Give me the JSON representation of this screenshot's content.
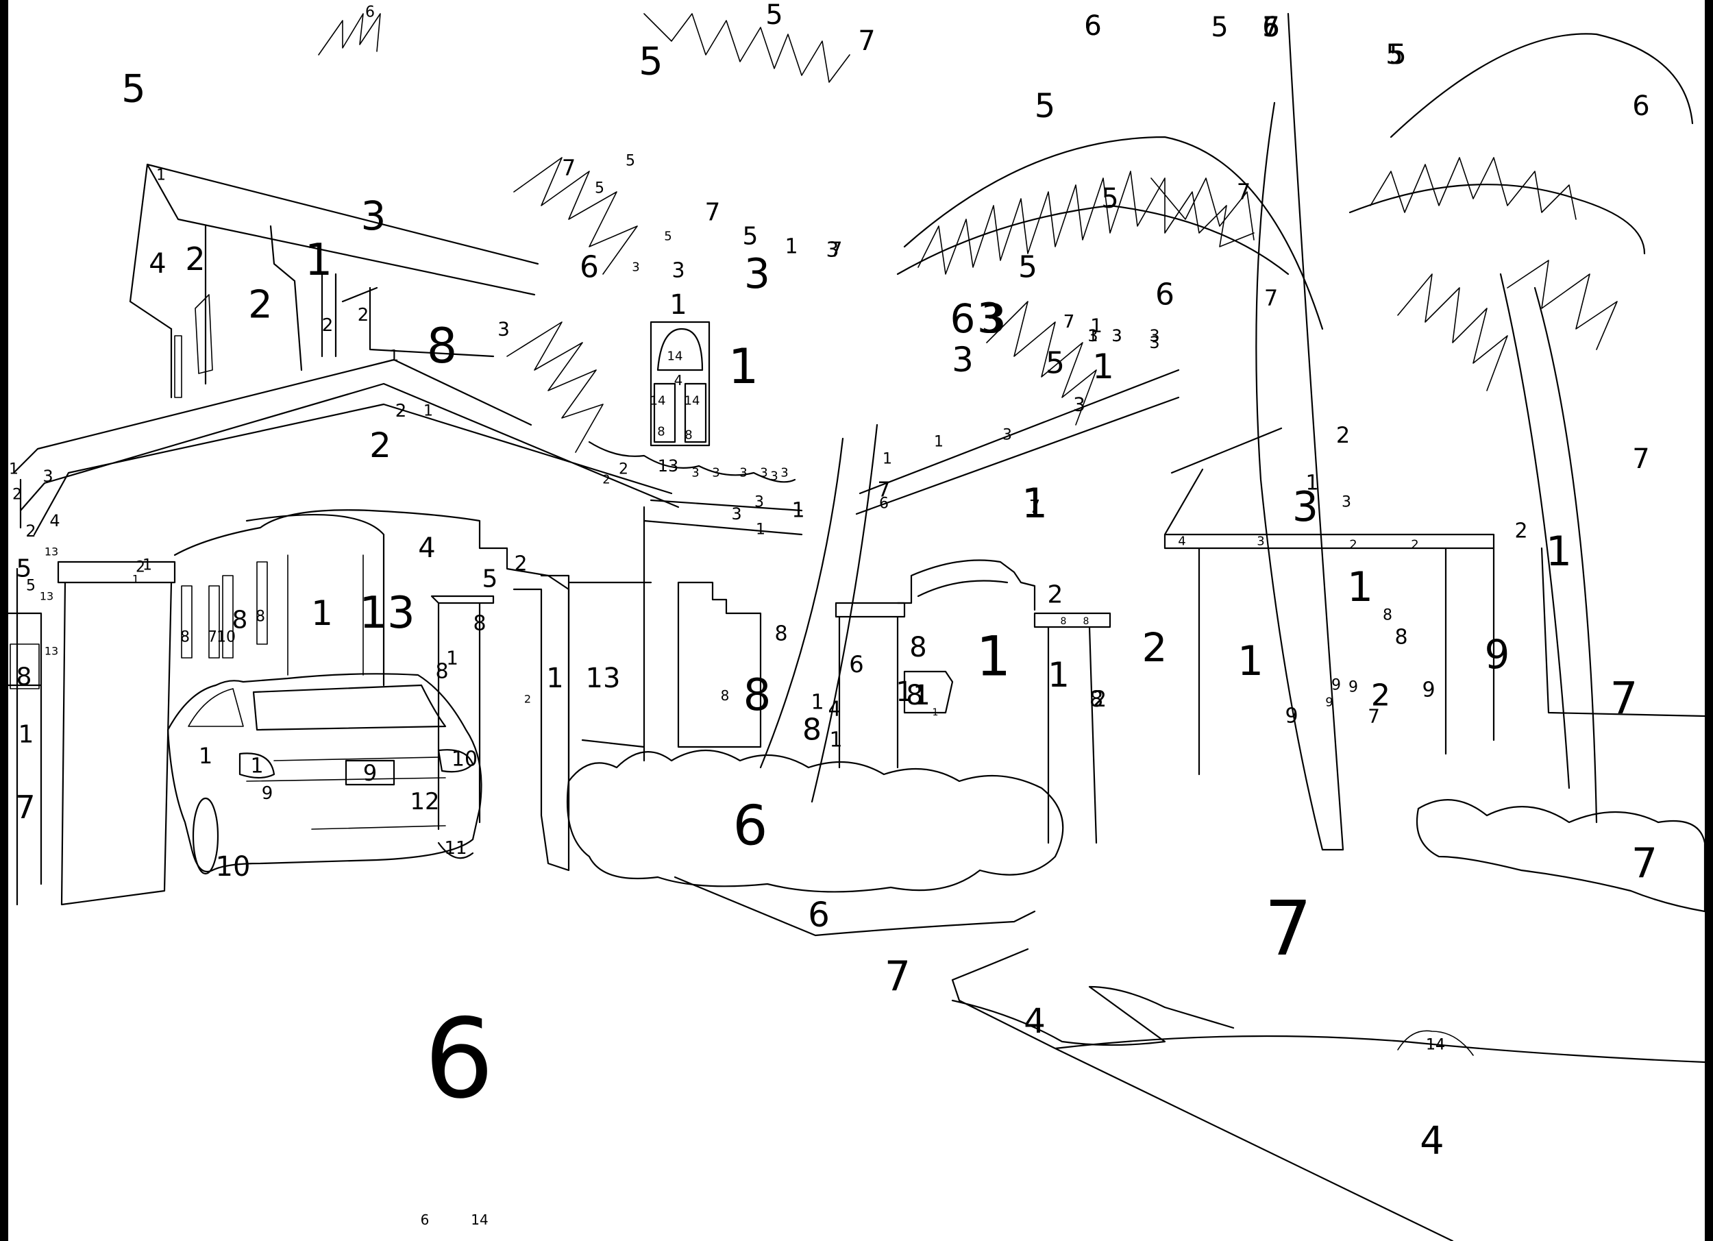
{
  "colors": {
    "ink": "#000000",
    "paper": "#ffffff"
  },
  "numbers": [
    "6",
    "5",
    "5",
    "7",
    "6",
    "5",
    "6",
    "5",
    "5",
    "5",
    "5",
    "6",
    "5",
    "6",
    "7",
    "7",
    "5",
    "5",
    "7",
    "5",
    "7",
    "5",
    "6",
    "3",
    "3",
    "3",
    "1",
    "1",
    "14",
    "4",
    "14",
    "14",
    "8",
    "8",
    "5",
    "3",
    "5",
    "7",
    "6",
    "7",
    "3",
    "7",
    "3",
    "3",
    "3",
    "3",
    "1",
    "1",
    "1",
    "3",
    "2",
    "1",
    "4",
    "2",
    "2",
    "2",
    "8",
    "3",
    "1",
    "2",
    "1",
    "2",
    "1",
    "3",
    "2",
    "4",
    "2",
    "5",
    "5",
    "1",
    "13",
    "13",
    "13",
    "8",
    "1",
    "7",
    "13",
    "3",
    "3",
    "3",
    "3",
    "3",
    "3",
    "3",
    "2",
    "2",
    "1",
    "1",
    "1",
    "1",
    "1",
    "3",
    "3",
    "3",
    "3",
    "3",
    "1",
    "7",
    "6",
    "7",
    "5",
    "6",
    "7",
    "1",
    "3",
    "3",
    "3",
    "4",
    "3",
    "2",
    "2",
    "2",
    "2",
    "1",
    "7",
    "4",
    "5",
    "2",
    "2",
    "1",
    "1",
    "13",
    "8",
    "8",
    "8",
    "8",
    "1",
    "8",
    "7",
    "10",
    "8",
    "8",
    "8",
    "1",
    "2",
    "1",
    "13",
    "1",
    "1",
    "1",
    "10",
    "9",
    "9",
    "12",
    "11",
    "10",
    "8",
    "8",
    "8",
    "4",
    "6",
    "1",
    "1",
    "1",
    "1",
    "8",
    "2",
    "8",
    "8",
    "2",
    "2",
    "1",
    "2",
    "2",
    "1",
    "1",
    "8",
    "8",
    "9",
    "9",
    "9",
    "9",
    "9",
    "9",
    "7",
    "1",
    "7",
    "7",
    "7",
    "6",
    "6",
    "7",
    "4",
    "14",
    "6",
    "4",
    "14",
    "6",
    "14"
  ]
}
